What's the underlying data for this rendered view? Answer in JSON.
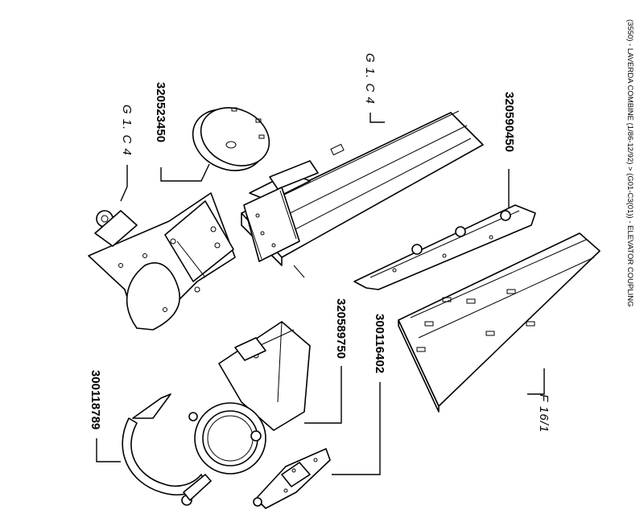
{
  "header": {
    "caption": "(3550) - LAVERDA COMBINE (1/86-12/92) > (G01-C3(01)) - ELEVATOR COUPLING"
  },
  "callouts": [
    {
      "id": "c1",
      "label": "320523450"
    },
    {
      "id": "c2",
      "label": "G 1. C 4"
    },
    {
      "id": "c3",
      "label": "G 1. C 4"
    },
    {
      "id": "c4",
      "label": "320590450"
    },
    {
      "id": "c5",
      "label": "320589750"
    },
    {
      "id": "c6",
      "label": "300116402"
    },
    {
      "id": "c7",
      "label": "300118789"
    },
    {
      "id": "c8",
      "label": "F 16/1"
    }
  ]
}
